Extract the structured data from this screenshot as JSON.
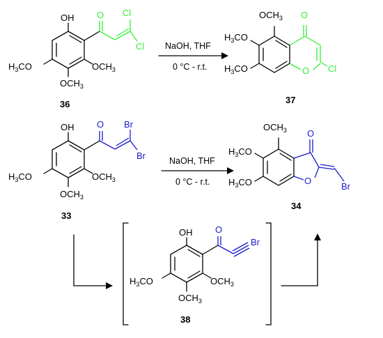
{
  "colors": {
    "green": "#33ee33",
    "blue": "#1a1acc",
    "black": "#000000"
  },
  "atoms": {
    "OH": "OH",
    "O": "O",
    "Cl": "Cl",
    "Br": "Br",
    "H3CO_pre": "H",
    "H3CO_sub": "3",
    "H3CO_post": "CO",
    "OCH3_pre": "OCH",
    "OCH3_sub": "3"
  },
  "compounds": {
    "c36": "36",
    "c37": "37",
    "c33": "33",
    "c34": "34",
    "c38": "38"
  },
  "reaction": {
    "reagent": "NaOH, THF",
    "conditions": "0 °C - r.t."
  }
}
